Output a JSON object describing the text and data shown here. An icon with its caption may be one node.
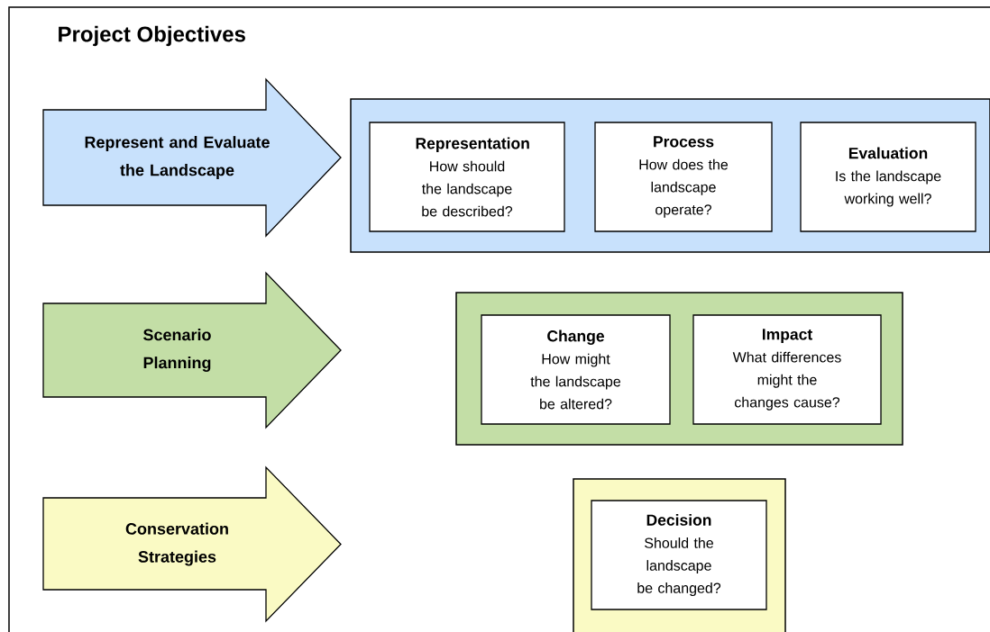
{
  "diagram": {
    "title": "Project Objectives",
    "nodes": [
      {
        "text": [
          "Represent and Evaluate the Landscape"
        ]
      },
      {
        "text": [],
        "shape": "box"
      },
      {
        "text": [
          "Representation",
          "How should the landscape be described?"
        ],
        "in": 1
      },
      {
        "text": [
          "Process",
          "How does the landscape operate?"
        ],
        "in": 1
      },
      {
        "text": [
          "Evaluation",
          "Is the landscape working well?"
        ],
        "in": 1
      },
      {
        "text": [
          "Scenario Planning"
        ]
      },
      {
        "text": [],
        "shape": "box"
      },
      {
        "text": [
          "Change",
          "How might the landscape be altered?"
        ],
        "in": 6
      },
      {
        "text": [
          "Impact",
          "What differences might the changes cause?"
        ],
        "in": 6
      },
      {
        "text": [
          "Conservation Strategies"
        ]
      },
      {
        "text": [],
        "shape": "box"
      },
      {
        "text": [
          "Decision",
          "Should the landscape be changed?"
        ],
        "in": 10
      }
    ],
    "edges": []
  }
}
